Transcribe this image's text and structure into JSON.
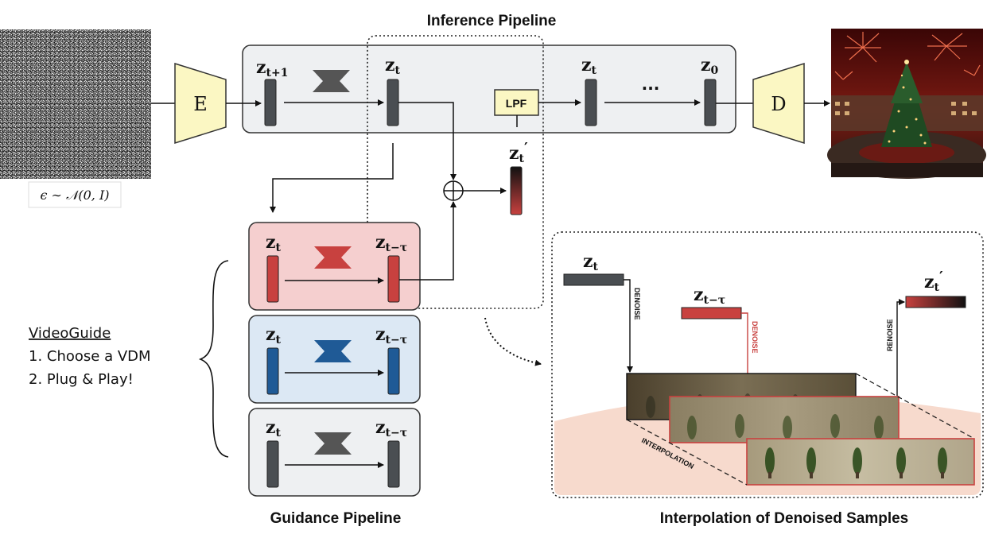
{
  "titles": {
    "inference": "Inference Pipeline",
    "guidance": "Guidance Pipeline",
    "interpolation": "Interpolation of Denoised Samples"
  },
  "blocks": {
    "encoder": "E",
    "decoder": "D",
    "lpf": "LPF",
    "ellipsis": "···"
  },
  "noise_label": "ϵ ∼ 𝒩(0, I)",
  "latents": {
    "z_t1": {
      "base": "z",
      "sub": "t+1",
      "prime": ""
    },
    "z_t": {
      "base": "z",
      "sub": "t",
      "prime": ""
    },
    "z_0": {
      "base": "z",
      "sub": "0",
      "prime": ""
    },
    "z_tau": {
      "base": "z",
      "sub": "t−τ",
      "prime": ""
    },
    "z_prime": {
      "base": "z",
      "sub": "t",
      "prime": "′"
    }
  },
  "videoguide": {
    "title": "VideoGuide",
    "step1": "1.   Choose a VDM",
    "step2": "2.   Plug & Play!"
  },
  "interp_labels": {
    "denoise1": "DENOISE",
    "denoise2": "DENOISE",
    "renoise": "RENOISE",
    "interpolation": "INTERPOLATION"
  },
  "colors": {
    "inference_box": "#eef0f2",
    "red_box": "#f5cfcf",
    "blue_box": "#dce8f4",
    "gray_box": "#eef0f2",
    "red_unet": "#c8413f",
    "blue_unet": "#1f5a96",
    "gray_unet": "#555555",
    "latent_gray": "#4a4e52",
    "latent_red": "#c8413f",
    "latent_blue": "#1f5a96",
    "encoder_fill": "#fbf7c3",
    "lpf_fill": "#fbf7c3",
    "peach": "#f7dacd"
  }
}
